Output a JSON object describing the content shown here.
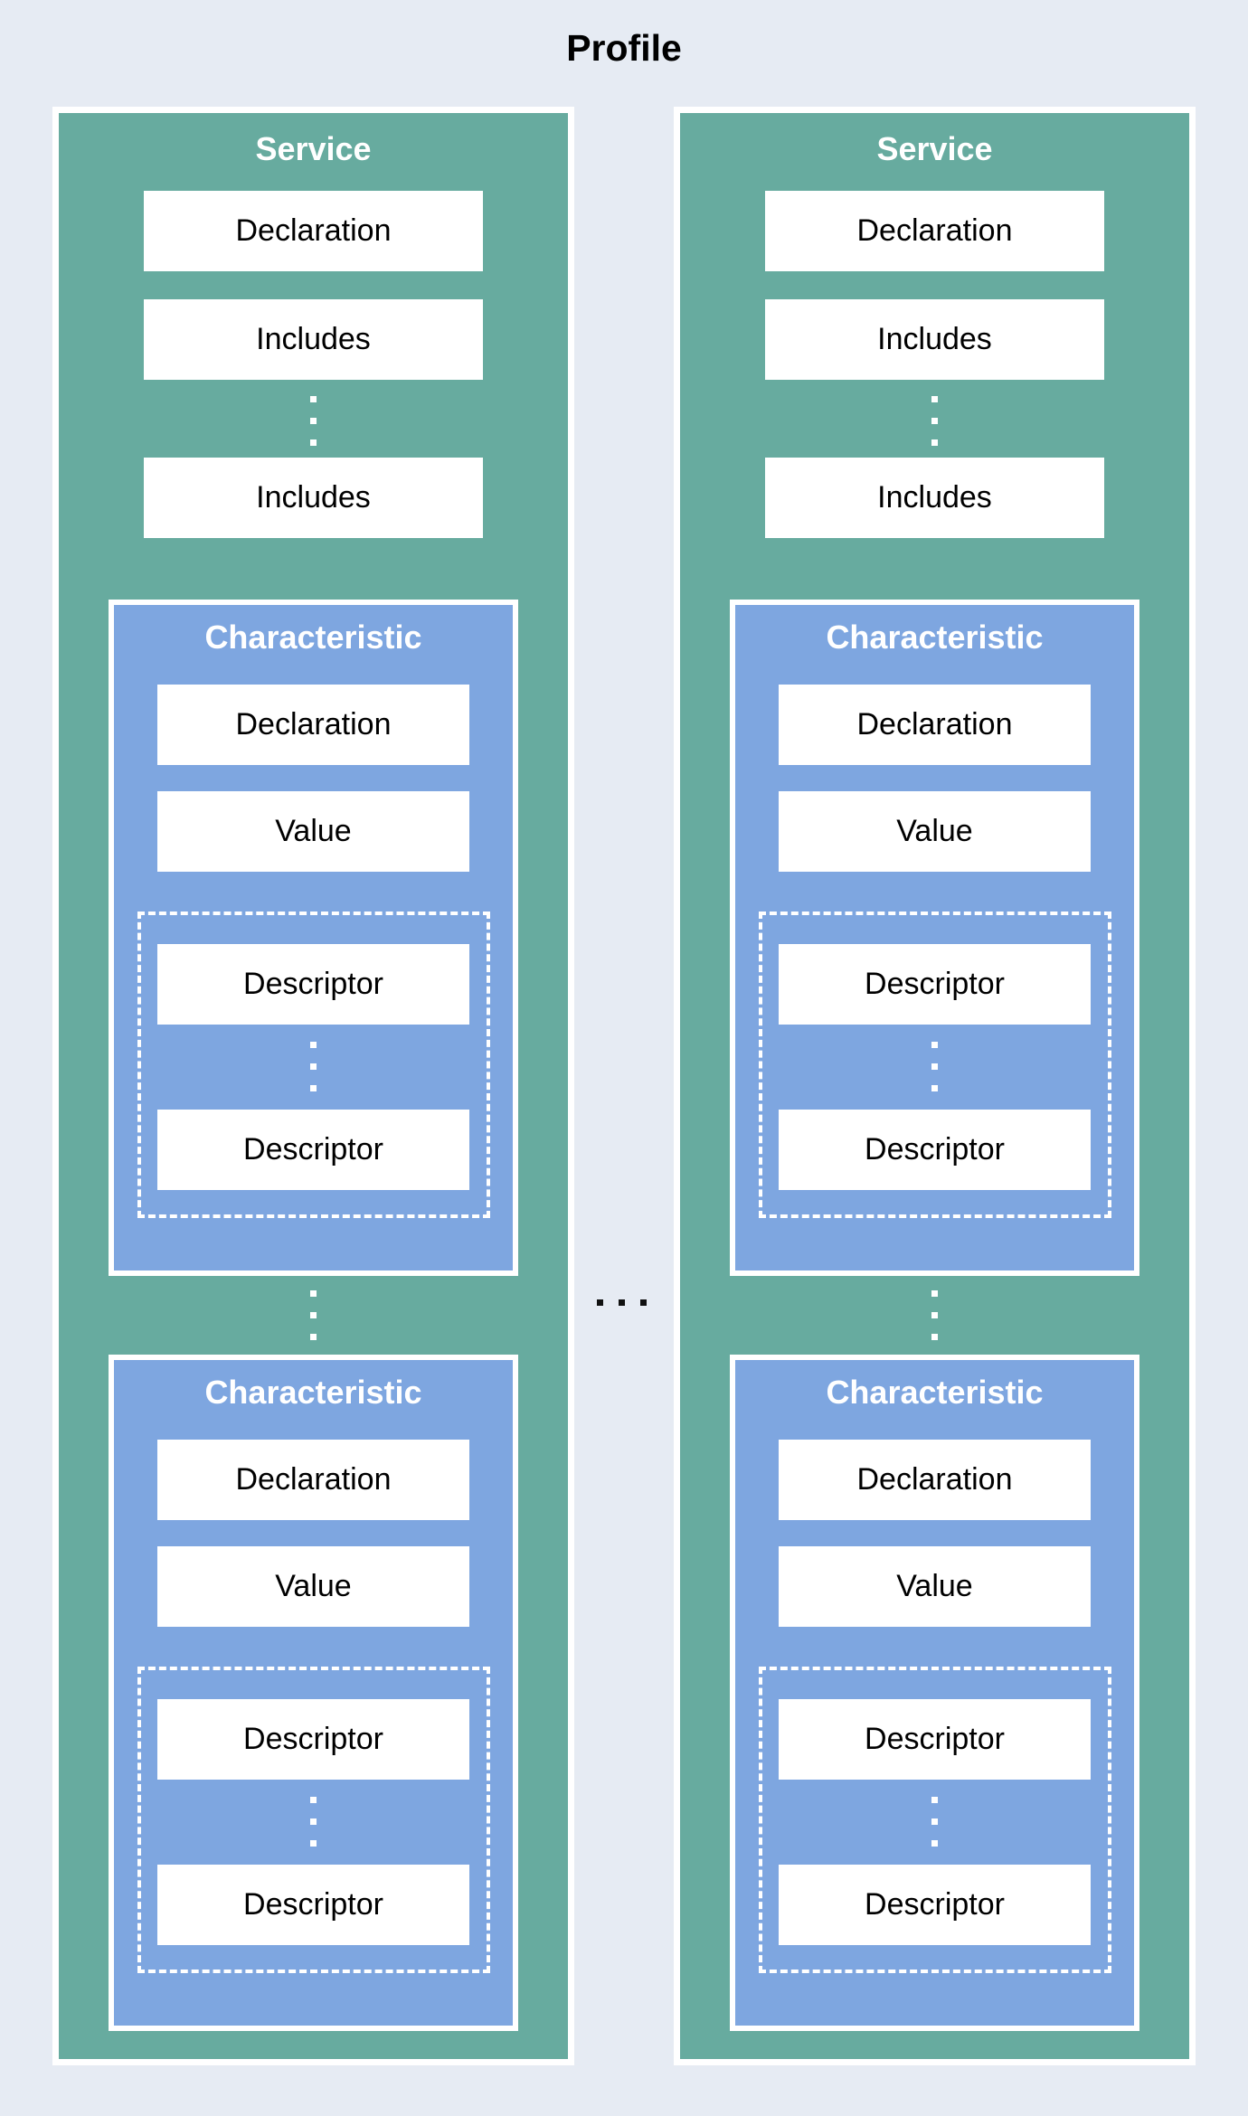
{
  "title": "Profile",
  "colors": {
    "background": "#E6EBF3",
    "service_fill": "#67AB9F",
    "characteristic_fill": "#7EA6E0",
    "box_fill": "#FFFFFF",
    "text_dark": "#000000",
    "text_light": "#FFFFFF",
    "ellipsis_dark": "#111111",
    "ellipsis_light": "#FFFFFF"
  },
  "services": [
    {
      "label": "Service",
      "declaration_label": "Declaration",
      "includes": [
        "Includes",
        "Includes"
      ],
      "characteristics": [
        {
          "label": "Characteristic",
          "declaration_label": "Declaration",
          "value_label": "Value",
          "descriptors": [
            "Descriptor",
            "Descriptor"
          ]
        },
        {
          "label": "Characteristic",
          "declaration_label": "Declaration",
          "value_label": "Value",
          "descriptors": [
            "Descriptor",
            "Descriptor"
          ]
        }
      ]
    },
    {
      "label": "Service",
      "declaration_label": "Declaration",
      "includes": [
        "Includes",
        "Includes"
      ],
      "characteristics": [
        {
          "label": "Characteristic",
          "declaration_label": "Declaration",
          "value_label": "Value",
          "descriptors": [
            "Descriptor",
            "Descriptor"
          ]
        },
        {
          "label": "Characteristic",
          "declaration_label": "Declaration",
          "value_label": "Value",
          "descriptors": [
            "Descriptor",
            "Descriptor"
          ]
        }
      ]
    }
  ]
}
